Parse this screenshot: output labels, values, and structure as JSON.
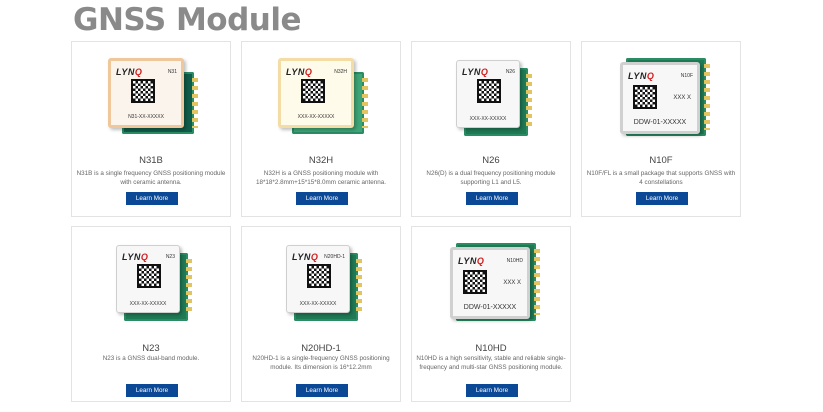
{
  "page_title": "GNSS Module",
  "brand": "LYNQ",
  "products": [
    {
      "name": "N31B",
      "desc": "N31B is a single frequency GNSS positioning module with ceramic antenna.",
      "button": "Learn More",
      "chip_model": "N31",
      "chip_serial": "N31-XX-XXXXX",
      "style": "patch"
    },
    {
      "name": "N32H",
      "desc": "N32H is a GNSS positioning module with 18*18*2.8mm+15*15*8.0mm ceramic antenna.",
      "button": "Learn More",
      "chip_model": "N32H",
      "chip_serial": "XXX-XX-XXXXX",
      "style": "patch2"
    },
    {
      "name": "N26",
      "desc": "N26(D) is a dual frequency positioning module supporting L1 and L5.",
      "button": "Learn More",
      "chip_model": "N26",
      "chip_serial": "XXX-XX-XXXXX",
      "style": "small"
    },
    {
      "name": "N10F",
      "desc": "N10F/FL is a small package that supports GNSS with 4 constellations",
      "button": "Learn More",
      "chip_model": "N10F",
      "chip_serial": "DDW-01-XXXXX",
      "chip_extra": "XXX X",
      "style": "big"
    },
    {
      "name": "N23",
      "desc": "N23 is a GNSS dual-band module.",
      "button": "Learn More",
      "chip_model": "N23",
      "chip_serial": "XXX-XX-XXXXX",
      "style": "small"
    },
    {
      "name": "N20HD-1",
      "desc": "N20HD-1 is a single-frequency GNSS positioning module. Its dimension is 16*12.2mm",
      "button": "Learn More",
      "chip_model": "N20HD-1",
      "chip_serial": "XXX-XX-XXXXX",
      "style": "small"
    },
    {
      "name": "N10HD",
      "desc": "N10HD is a high sensitivity, stable and reliable single-frequency and multi-star GNSS positioning module.",
      "button": "Learn More",
      "chip_model": "N10HD",
      "chip_serial": "DDW-01-XXXXX",
      "chip_extra": "XXX X",
      "style": "big"
    }
  ]
}
